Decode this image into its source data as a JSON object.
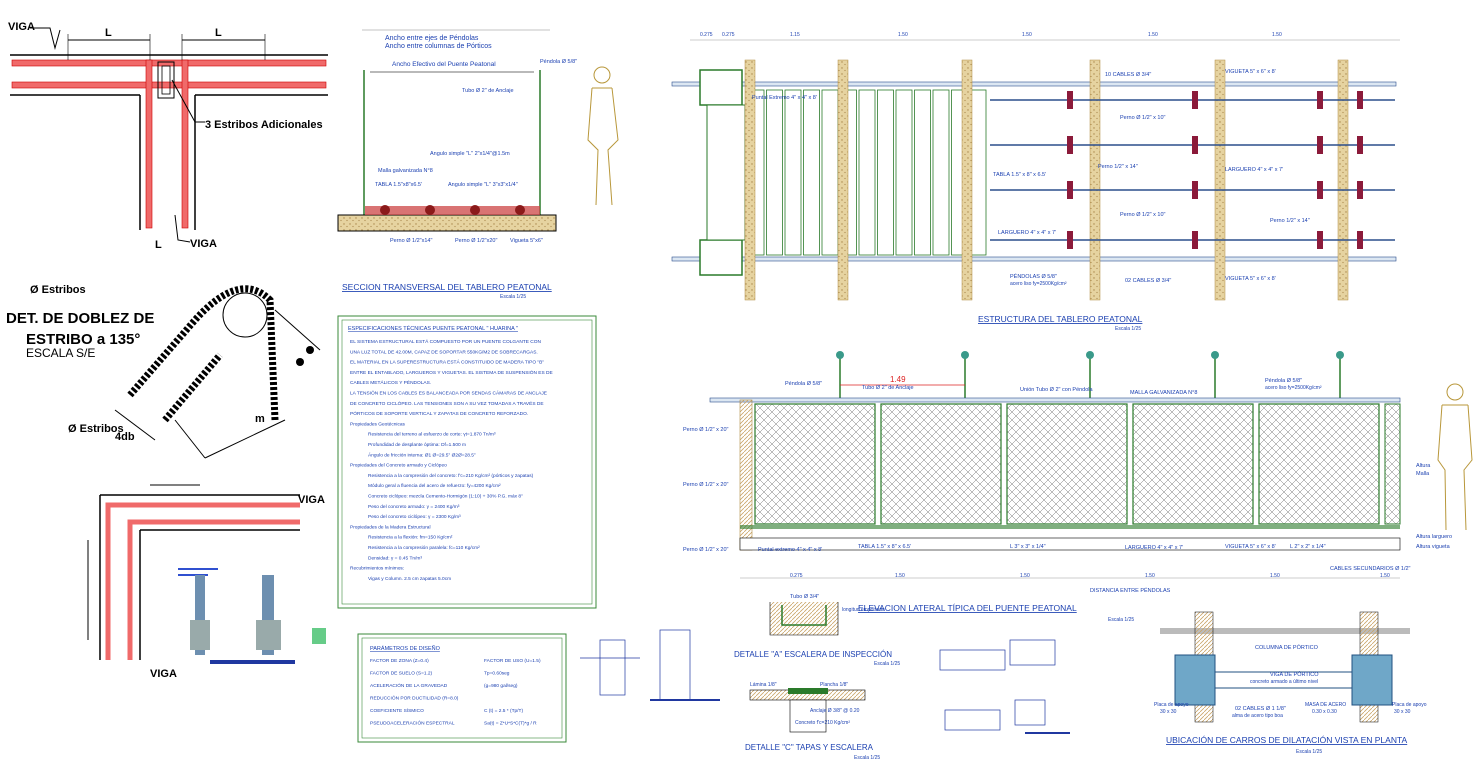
{
  "beam_detail": {
    "viga_top": "VIGA",
    "viga_bottom": "VIGA",
    "dim_l_left": "L",
    "dim_l_right": "L",
    "dim_l_bottom": "L",
    "extra_stirrups": "3 Estribos Adicionales"
  },
  "hook_detail": {
    "title_line1": "DET. DE DOBLEZ DE",
    "title_line2": "ESTRIBO a 135°",
    "scale": "ESCALA  S/E",
    "label_estribos_top": "Ø Estribos",
    "label_estribos_bottom": "Ø Estribos",
    "label_4db": "4db",
    "label_m": "m"
  },
  "corner_detail": {
    "viga_top": "VIGA",
    "viga_bottom": "VIGA"
  },
  "transverse_section": {
    "top_line1": "Ancho entre ejes de Péndolas",
    "top_line2": "Ancho entre columnas de Pórticos",
    "effective": "Ancho Efectivo del Puente Peatonal",
    "pendola": "Péndola Ø 5/8\"",
    "tubo": "Tubo Ø 2\" de Anclaje",
    "angulo1": "Angulo simple \"L\" 2\"x1/4\"@1.5m",
    "malla": "Malla galvanizada N°8",
    "tabla": "TABLA 1.5\"x8\"x6.5'",
    "angulo2": "Angulo simple \"L\" 3\"x3\"x1/4\"",
    "perno1": "Perno Ø 1/2\"x14\"",
    "perno2": "Perno Ø 1/2\"x20\"",
    "vigueta": "Vigueta 5\"x6\"",
    "title": "SECCION TRANSVERSAL DEL TABLERO PEATONAL",
    "scale": "Escala 1/25"
  },
  "deck_plan": {
    "top_dims": [
      "0.275",
      "0.275",
      "1.15",
      "1.50",
      "1.50",
      "1.50",
      "1.50"
    ],
    "cables_top": "10 CABLES Ø 3/4\"",
    "vigueta_top": "VIGUETA 5\" x 6\" x 8'",
    "puntal": "Puntal Extremo 4\" x 4\" x 8'",
    "perno1": "Perno Ø 1/2\" x 10\"",
    "perno2": "Perno 1/2\" x 14\"",
    "larguero1": "LARGUERO 4\" x 4\" x 7'",
    "tabla": "TABLA 1.5\" x 8\" x 6.5'",
    "perno3": "Perno Ø 1/2\" x 10\"",
    "perno4": "Perno 1/2\" x 14\"",
    "larguero2": "LARGUERO 4\" x 4\" x 7'",
    "pendolas": "PÉNDOLAS Ø 5/8\"",
    "pendolas_sub": "acero liso fy=2500Kg/cm²",
    "cables_bottom": "02 CABLES Ø 3/4\"",
    "vigueta_bottom": "VIGUETA 5\" x 6\" x 8'",
    "title": "ESTRUCTURA DEL TABLERO PEATONAL",
    "scale": "Escala 1/25"
  },
  "elevation": {
    "dim_149": "1.49",
    "pendola1": "Péndola Ø 5/8\"",
    "tubo": "Tubo Ø 2\" de Anclaje",
    "union": "Unión Tubo Ø 2\" con Péndola",
    "malla": "MALLA GALVANIZADA N°8",
    "pendola2": "Péndola Ø 5/8\"",
    "pendola2_sub": "acero liso fy=2500Kg/cm²",
    "perno_a": "Perno Ø 1/2\" x 20\"",
    "perno_b": "Perno Ø 1/2\" x 20\"",
    "perno_c": "Perno Ø 1/2\" x 20\"",
    "puntal": "Puntal extremo 4\" x 4\" x 8'",
    "tabla": "TABLA 1.5\" x 8\" x 6.5'",
    "l33": "L 3\" x 3\" x 1/4\"",
    "larguero": "LARGUERO 4\" x 4\" x 7'",
    "vigueta": "VIGUETA 5\" x 6\" x 8'",
    "l22": "L 2\" x 2\" x 1/4\"",
    "altura_malla_1": "Altura",
    "altura_malla_2": "Malla",
    "altura_larguero": "Altura larguero",
    "altura_vigueta": "Altura vigueta",
    "cables_sec": "CABLES SECUNDARIOS Ø 1/2\"",
    "bottom_dims": [
      "0.275",
      "1.50",
      "1.50",
      "1.50",
      "1.50",
      "1.50"
    ],
    "distance": "DISTANCIA ENTRE PÉNDOLAS",
    "title": "ELEVACION LATERAL TÍPICA DEL PUENTE PEATONAL",
    "scale": "Escala 1/25"
  },
  "specs": {
    "heading": "ESPECIFICACIONES TÉCNICAS PUENTE PEATONAL \" HUARINA \"",
    "lines": [
      "EL SISTEMA ESTRUCTURAL ESTÁ COMPUESTO POR UN PUENTE COLGANTE CON",
      "UNA LUZ TOTAL DE 42.00M, CAPAZ DE SOPORTAR 550KG/M2 DE SOBRECARGAS.",
      "EL MATERIAL EN LA SUPERESTRUCTURA ESTÁ CONSTITUIDO DE MADERA TIPO \"B\"",
      "ENTRE EL ENTABLADO, LARGUEROS Y VIGUETAS. EL SISTEMA DE SUSPENSIÓN ES DE",
      "CABLES METÁLICOS Y PÉNDOLAS.",
      "LA TENSIÓN EN LOS CABLES ES BALANCEADA POR SENDAS CÁMARAS DE ANCLAJE",
      "DE CONCRETO CICLÓPEO. LAS TENSIONES SON A SU VEZ TOMADAS A TRAVÉS DE",
      "PÓRTICOS DE SOPORTE VERTICAL Y ZAPATAS DE CONCRETO REFORZADO.",
      "Propiedades Geotécnicas",
      "Resistencia del terreno al esfuerzo de corte: γt=1.870 Tn/m³",
      "Profundidad de desplante óptima: Df=1.500 m",
      "Ángulo de fricción interna:    Ø1 Ø=29.5°   Ø2Ø=28.5°",
      "Propiedades del Concreto armado y Ciclópeo",
      "Resistencia a la compresión del concreto: f'c=210 Kg/cm² (pórticos y zapatas)",
      "Módulo geral a fluencia del acero de refuerzo: fy=4200 Kg/cm²",
      "Concreto ciclópeo: mezcla Cemento-Hormigón (1:10) + 30% P.G. máx 8\"",
      "Peso del concreto armado: γ = 2400 Kg/m³",
      "Peso del concreto ciclópeo: γ = 2300 Kg/m³",
      "Propiedades de la Madera Estructural",
      "Resistencia a la flexión: fm=150 Kg/cm²",
      "Resistencia a la compresión paralela: fc=110 Kg/cm²",
      "Densidad: γ = 0.45 Tn/m³",
      "Recubrimientos mínimos:",
      "Vigas y Column.  2.5     cm       zapatas 5.0cm"
    ]
  },
  "params": {
    "heading": "PARÁMETROS DE DISEÑO",
    "rows": [
      [
        "FACTOR DE ZONA (Z=0.4)",
        "FACTOR DE USO (U=1.5)"
      ],
      [
        "FACTOR DE SUELO (S=1.2)",
        "Tp=0.60seg"
      ],
      [
        "ACELERACIÓN DE LA GRAVEDAD",
        "(g=980 gal/seg)"
      ],
      [
        "REDUCCIÓN POR DUCTILIDAD (R=8.0)",
        ""
      ],
      [
        "COEFICIENTE SÍSMICO",
        "C (t) = 2.5 * (Tp/T)"
      ],
      [
        "PSEUDOACELERACIÓN ESPECTRAL",
        "Sa(t) = Z*U*S*C(T)*g / R"
      ]
    ]
  },
  "detail_a": {
    "tubo": "Tubo Ø 3/4\"",
    "side": "longitud empotrada",
    "title": "DETALLE \"A\" ESCALERA DE INSPECCIÓN",
    "scale": "Escala 1/25"
  },
  "detail_c": {
    "label1": "Lámina 1/8\"",
    "label2": "Plancha 1/8\"",
    "label3": "Anclaje Ø 3/8\" @ 0.20",
    "label4": "Concreto f'c=210 Kg/cm²",
    "title": "DETALLE \"C\" TAPAS Y ESCALERA",
    "scale": "Escala 1/25"
  },
  "carriages": {
    "columna": "COLUMNA DE PÓRTICO",
    "viga": "VIGA DE PÓRTICO",
    "viga_sub": "concreto armado a último nivel",
    "cables": "02 CABLES Ø 1 1/8\"",
    "cables_sub": "alma de acero tipo boa",
    "placa_left": "Placa de apoyo",
    "placa_left_sub": "30 x 30",
    "masa": "MASA DE ACERO",
    "masa_sub": "0.30 x 0.30",
    "placa_right": "Placa de apoyo",
    "placa_right_sub": "30 x 30",
    "title": "UBICACIÓN DE CARROS DE DILATACIÓN VISTA EN PLANTA",
    "scale": "Escala 1/25"
  }
}
